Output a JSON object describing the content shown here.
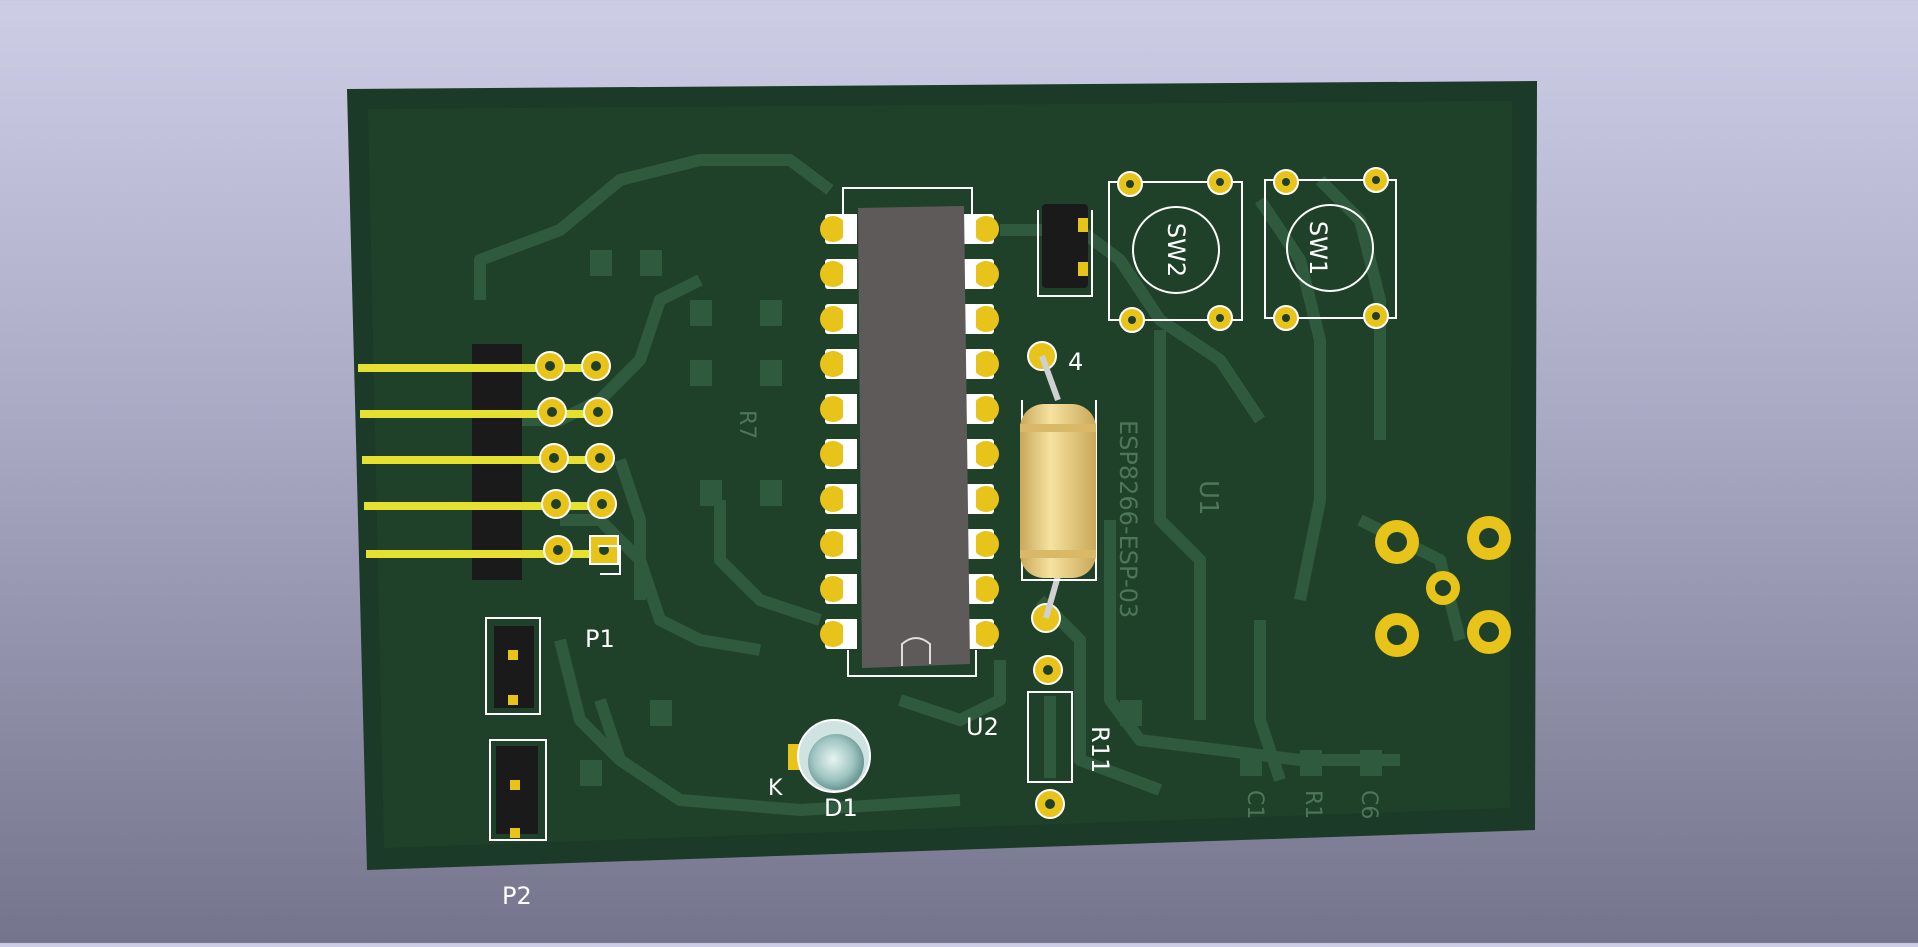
{
  "colors": {
    "background_top": "#cdcde6",
    "background_bottom": "#74748c",
    "board": "#1b3a27",
    "copper_track": "#2f5a3e",
    "pad_gold": "#e8c31a",
    "silkscreen": "#ffffff",
    "ic_body": "#5e5a5a",
    "resistor_body": "#e8d08a",
    "header_plastic": "#1a1a1a"
  },
  "board": {
    "labels": {
      "p1": "P1",
      "p2": "P2",
      "u2": "U2",
      "d1": "D1",
      "d1_cathode": "K",
      "r11": "R11",
      "sw1": "SW1",
      "sw2": "SW2",
      "u1": "U1",
      "r4_fragment": "4",
      "r7": "R7",
      "part_number": "ESP8266-ESP-03",
      "c1": "C1",
      "r1": "R1",
      "c6": "C6"
    }
  }
}
